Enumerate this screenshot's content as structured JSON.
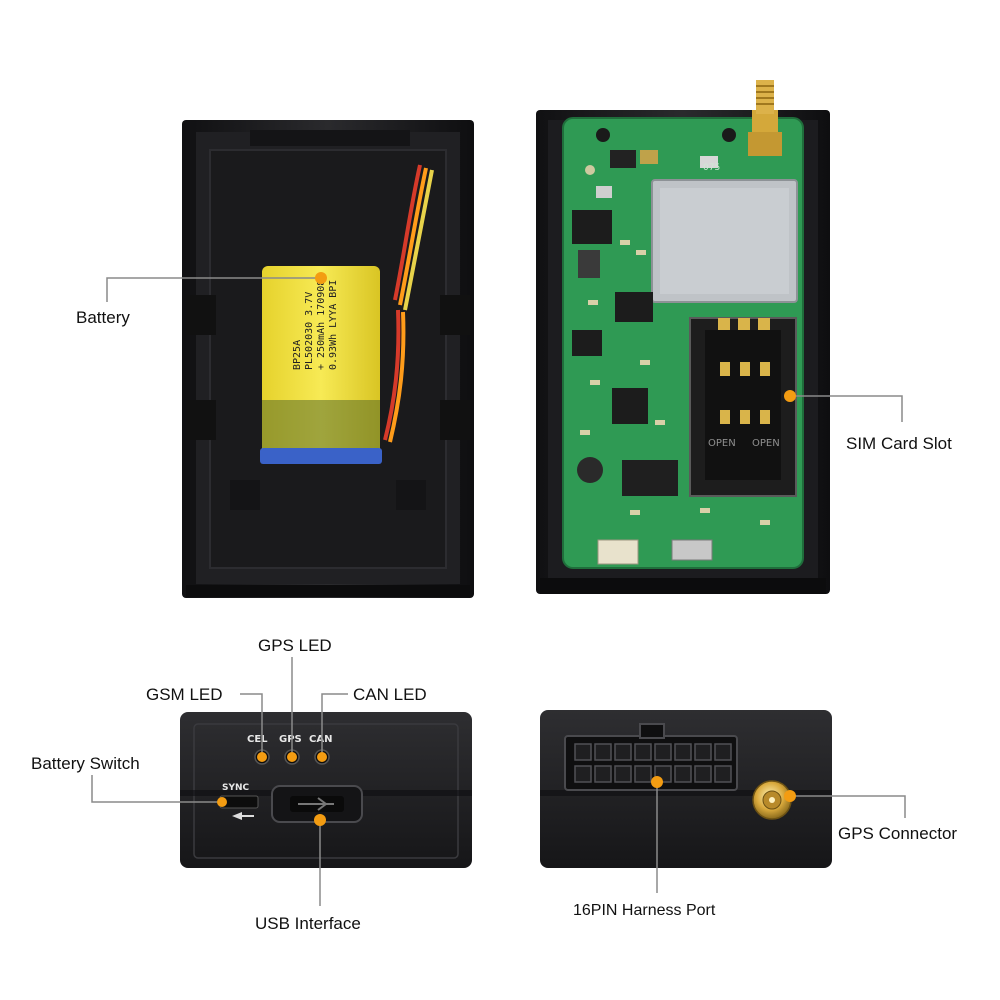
{
  "labels": {
    "battery": "Battery",
    "sim_card_slot": "SIM Card Slot",
    "gps_led": "GPS LED",
    "gsm_led": "GSM LED",
    "can_led": "CAN LED",
    "battery_switch": "Battery Switch",
    "usb_interface": "USB Interface",
    "harness_port": "16PIN Harness Port",
    "gps_connector": "GPS Connector"
  },
  "device_print": {
    "led_cel": "CEL",
    "led_gps": "GPS",
    "led_can": "CAN",
    "sync": "SYNC"
  },
  "battery_print": [
    "BP25A",
    "PL502030 3.7V",
    "+ 250mAh 170908",
    "0.93Wh LYYA BPI"
  ],
  "pcb_print": {
    "open1": "OPEN",
    "open2": "OPEN",
    "code": "075"
  },
  "colors": {
    "leader": "#8a8a8a",
    "dot": "#f39c12",
    "case": "#1b1b1d",
    "pcb": "#2f9a54",
    "battery": "#f2e23a"
  }
}
